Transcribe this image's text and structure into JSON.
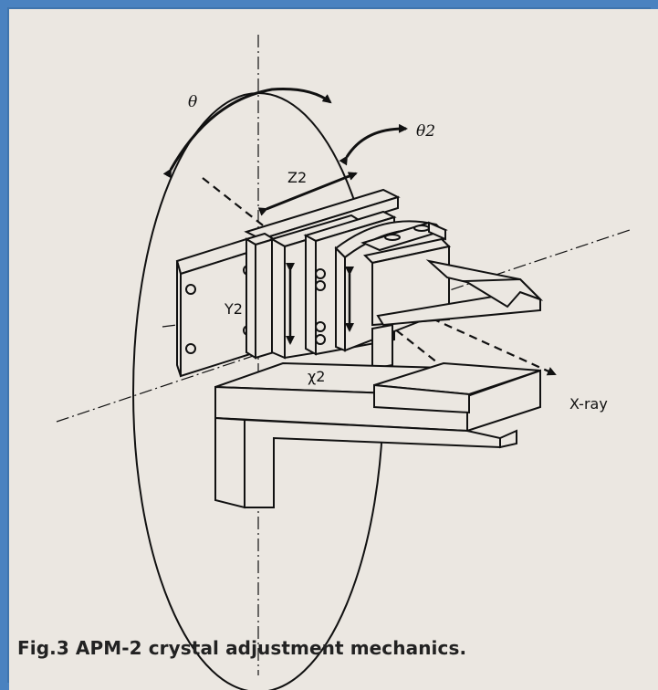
{
  "caption": "Fig.3  APM-2 crystal adjustment mechanics.",
  "labels": {
    "theta": "θ",
    "theta2": "θ2",
    "z2": "Z2",
    "y2": "Y2",
    "chi2": "χ2",
    "xray": "X-ray"
  },
  "colors": {
    "frame": "#3f74ad",
    "panel": "#ebe7e1",
    "ink": "#111111"
  }
}
